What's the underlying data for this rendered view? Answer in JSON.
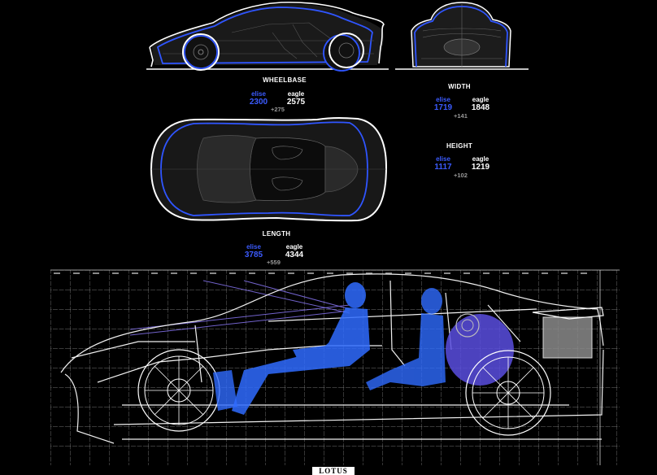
{
  "colors": {
    "background": "#000000",
    "elise_outline": "#2f55ff",
    "eagle_outline": "#ffffff",
    "body_fill": "#1e1e1e",
    "grid": "#cfcfcf",
    "mannequin": "#2f6cff",
    "engine": "#7a6cff"
  },
  "views": {
    "side": "side-elevation",
    "front": "front-elevation",
    "top": "plan-view",
    "blueprint": "cutaway-blueprint"
  },
  "measurements": {
    "wheelbase": {
      "title": "WHEELBASE",
      "elise_label": "elise",
      "elise_value": "2300",
      "eagle_label": "eagle",
      "eagle_value": "2575",
      "diff": "+275"
    },
    "width": {
      "title": "WIDTH",
      "elise_label": "elise",
      "elise_value": "1719",
      "eagle_label": "eagle",
      "eagle_value": "1848",
      "diff": "+141"
    },
    "height": {
      "title": "HEIGHT",
      "elise_label": "elise",
      "elise_value": "1117",
      "eagle_label": "eagle",
      "eagle_value": "1219",
      "diff": "+102"
    },
    "length": {
      "title": "LENGTH",
      "elise_label": "elise",
      "elise_value": "3785",
      "eagle_label": "eagle",
      "eagle_value": "4344",
      "diff": "+559"
    }
  },
  "logo": {
    "text": "LOTUS"
  }
}
